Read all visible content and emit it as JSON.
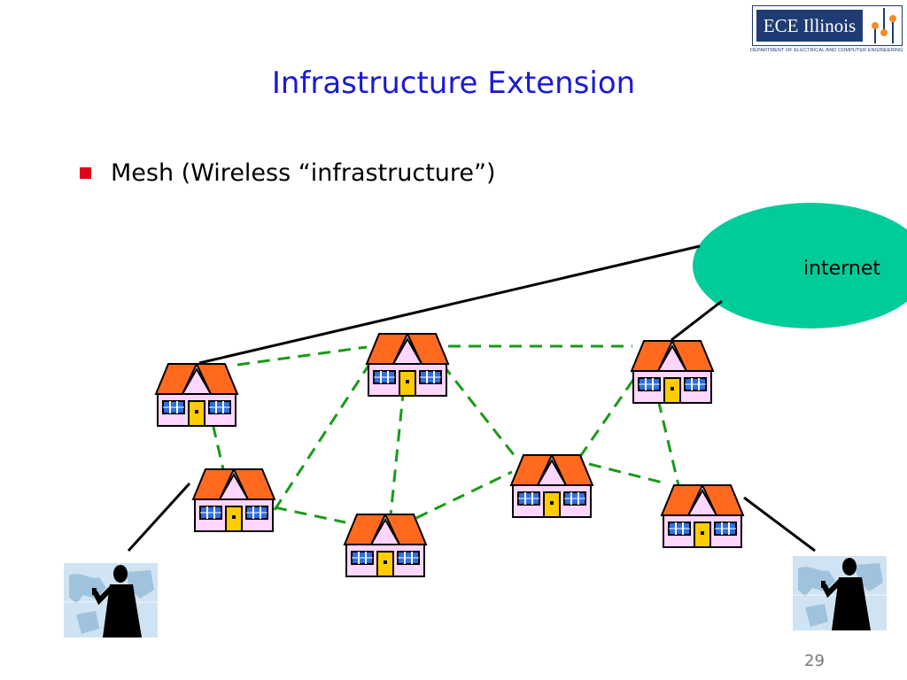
{
  "logo": {
    "name": "ECE Illinois",
    "subtitle": "DEPARTMENT OF ELECTRICAL AND COMPUTER ENGINEERING"
  },
  "slide": {
    "title": "Infrastructure Extension",
    "bullets": [
      "Mesh  (Wireless “infrastructure”)"
    ],
    "page_number": "29"
  },
  "diagram": {
    "cloud_label": "internet",
    "colors": {
      "cloud": "#00cc99",
      "roof": "#ff6a1f",
      "wall": "#ffd6ff",
      "door": "#ffcc00",
      "window": "#2f6fe0",
      "mesh_link": "#1a9a1a",
      "wired_link": "#000000",
      "bullet": "#e0001b",
      "title": "#1a1ad6"
    },
    "nodes": [
      "house-1",
      "house-2",
      "house-3",
      "house-4",
      "house-5",
      "house-6",
      "house-7"
    ],
    "mesh_links": [
      [
        "house-1",
        "house-2"
      ],
      [
        "house-2",
        "house-3"
      ],
      [
        "house-1",
        "house-4"
      ],
      [
        "house-1",
        "house-2"
      ],
      [
        "house-2",
        "house-4"
      ],
      [
        "house-2",
        "house-5"
      ],
      [
        "house-2",
        "house-6"
      ],
      [
        "house-4",
        "house-5"
      ],
      [
        "house-5",
        "house-6"
      ],
      [
        "house-3",
        "house-6"
      ],
      [
        "house-3",
        "house-7"
      ],
      [
        "house-6",
        "house-7"
      ]
    ],
    "wired_links": [
      [
        "house-1",
        "internet"
      ],
      [
        "house-3",
        "internet"
      ]
    ],
    "users": [
      "user-left",
      "user-right"
    ]
  }
}
